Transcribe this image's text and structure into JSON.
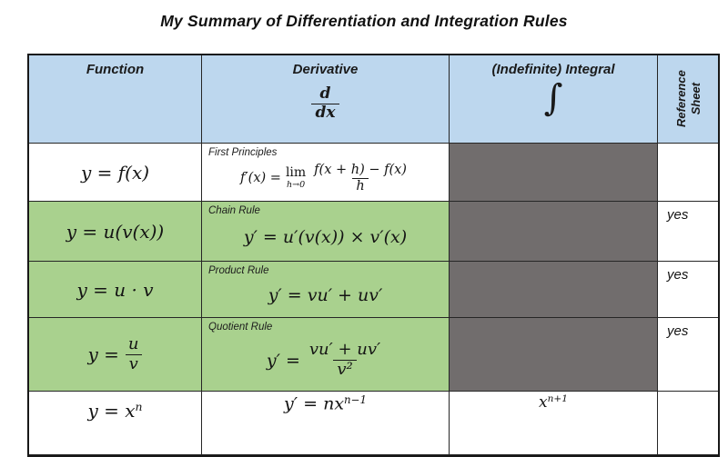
{
  "title": "My Summary of Differentiation and Integration Rules",
  "header": {
    "function": "Function",
    "derivative": "Derivative",
    "derivative_frac_num": "d",
    "derivative_frac_den": "dx",
    "integral": "(Indefinite) Integral",
    "integral_symbol": "∫",
    "reference_line1": "Reference",
    "reference_line2": "Sheet"
  },
  "rows": [
    {
      "function": "y = f(x)",
      "rule": "First Principles",
      "formula_lhs": "f′(x) =",
      "lim": "lim",
      "lim_sub": "h→0",
      "frac_num": "f(x + h) − f(x)",
      "frac_den": "h",
      "reference": ""
    },
    {
      "function": "y = u(v(x))",
      "rule": "Chain Rule",
      "formula": "y′ = u′(v(x)) × v′(x)",
      "reference": "yes"
    },
    {
      "function": "y = u · v",
      "rule": "Product Rule",
      "formula": "y′ = vu′ + uv′",
      "reference": "yes"
    },
    {
      "function_lhs": "y =",
      "function_frac_num": "u",
      "function_frac_den": "v",
      "rule": "Quotient Rule",
      "formula_lhs": "y′ =",
      "frac_num": "vu′ + uv′",
      "frac_den": "v²",
      "reference": "yes"
    },
    {
      "function_base": "y = x",
      "function_sup": "n",
      "formula_base": "y′ = nx",
      "formula_sup": "n−1",
      "integral_base": "x",
      "integral_sup": "n+1",
      "reference": ""
    }
  ],
  "colors": {
    "header_bg": "#BDD7EE",
    "highlight_bg": "#A9D18E",
    "blocked_bg": "#716D6D"
  }
}
